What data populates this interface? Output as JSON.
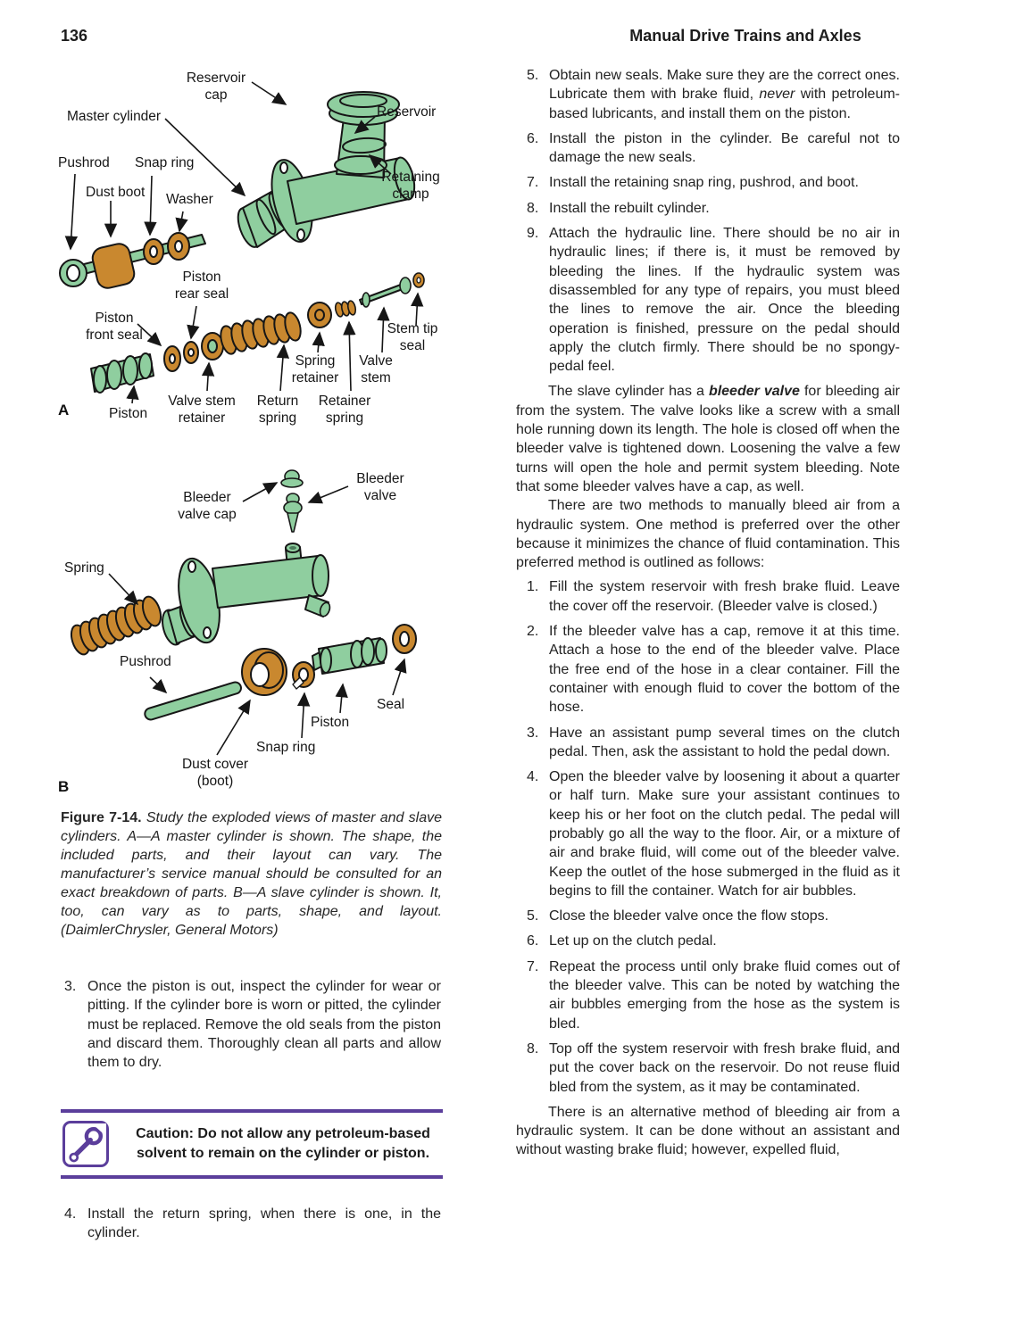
{
  "page": {
    "number": "136",
    "running_head": "Manual Drive Trains and Axles"
  },
  "colors": {
    "diagram_green": "#8FCE9F",
    "diagram_orange": "#C9882F",
    "accent_purple": "#5B3E9B"
  },
  "figure": {
    "a": {
      "tag": "A",
      "labels": {
        "reservoir_cap": "Reservoir cap",
        "master_cylinder": "Master cylinder",
        "reservoir": "Reservoir",
        "retaining_clamp": "Retaining clamp",
        "pushrod": "Pushrod",
        "snap_ring": "Snap ring",
        "dust_boot": "Dust boot",
        "washer": "Washer",
        "piston_rear_seal": "Piston rear seal",
        "piston_front_seal": "Piston front seal",
        "stem_tip_seal": "Stem tip seal",
        "spring_retainer": "Spring retainer",
        "valve_stem": "Valve stem",
        "valve_stem_retainer": "Valve stem retainer",
        "return_spring": "Return spring",
        "retainer_spring": "Retainer spring",
        "piston": "Piston"
      }
    },
    "b": {
      "tag": "B",
      "labels": {
        "bleeder_valve_cap": "Bleeder valve cap",
        "bleeder_valve": "Bleeder valve",
        "spring": "Spring",
        "pushrod": "Pushrod",
        "seal": "Seal",
        "piston": "Piston",
        "snap_ring": "Snap ring",
        "dust_cover": "Dust cover (boot)"
      }
    },
    "caption": {
      "label": "Figure 7-14.",
      "text": "Study the exploded views of master and slave cylinders. A—A master cylinder is shown. The shape, the included parts, and their layout can vary. The manufacturer’s service manual should be consulted for an exact breakdown of parts. B—A slave cylinder is shown. It, too, can vary as to parts, shape, and layout. (DaimlerChrysler, General Motors)"
    }
  },
  "left_column": {
    "item3": {
      "num": "3.",
      "text": "Once the piston is out, inspect the cylinder for wear or pitting. If the cylinder bore is worn or pitted, the cylinder must be replaced. Remove the old seals from the piston and discard them. Thoroughly clean all parts and allow them to dry."
    },
    "caution": {
      "text": "Caution: Do not allow any petroleum-based solvent to remain on the cylinder or piston."
    },
    "item4": {
      "num": "4.",
      "text": "Install the return spring, when there is one, in the cylinder."
    }
  },
  "right_column": {
    "install_steps": [
      {
        "num": "5.",
        "pre": "Obtain new seals. Make sure they are the correct ones. Lubricate them with brake fluid, ",
        "em": "never",
        "post": " with petroleum-based lubricants, and install them on the piston."
      },
      {
        "num": "6.",
        "text": "Install the piston in the cylinder. Be careful not to damage the new seals."
      },
      {
        "num": "7.",
        "text": "Install the retaining snap ring, pushrod, and boot."
      },
      {
        "num": "8.",
        "text": "Install the rebuilt cylinder."
      },
      {
        "num": "9.",
        "text": "Attach the hydraulic line. There should be no air in hydraulic lines; if there is, it must be removed by bleeding the lines. If the hydraulic system was disassembled for any type of repairs, you must bleed the lines to remove the air. Once the bleeding operation is finished, pressure on the pedal should apply the clutch firmly. There should be no spongy-pedal feel."
      }
    ],
    "para_bleeder": {
      "pre": "The slave cylinder has a ",
      "em": "bleeder valve",
      "post": " for bleeding air from the system. The valve looks like a screw with a small hole running down its length. The hole is closed off when the bleeder valve is tightened down. Loosening the valve a few turns will open the hole and permit system bleeding. Note that some bleeder valves have a cap, as well."
    },
    "para_methods": "There are two methods to manually bleed air from a hydraulic system. One method is preferred over the other because it minimizes the chance of fluid contamination. This preferred method is outlined as follows:",
    "bleed_steps": [
      {
        "num": "1.",
        "text": "Fill the system reservoir with fresh brake fluid. Leave the cover off the reservoir. (Bleeder valve is closed.)"
      },
      {
        "num": "2.",
        "text": "If the bleeder valve has a cap, remove it at this time. Attach a hose to the end of the bleeder valve. Place the free end of the hose in a clear container. Fill the container with enough fluid to cover the bottom of the hose."
      },
      {
        "num": "3.",
        "text": "Have an assistant pump several times on the clutch pedal. Then, ask the assistant to hold the pedal down."
      },
      {
        "num": "4.",
        "text": "Open the bleeder valve by loosening it about a quarter or half turn. Make sure your assistant continues to keep his or her foot on the clutch pedal. The pedal will probably go all the way to the floor. Air, or a mixture of air and brake fluid, will come out of the bleeder valve. Keep the outlet of the hose submerged in the fluid as it begins to fill the container. Watch for air bubbles."
      },
      {
        "num": "5.",
        "text": "Close the bleeder valve once the flow stops."
      },
      {
        "num": "6.",
        "text": "Let up on the clutch pedal."
      },
      {
        "num": "7.",
        "text": "Repeat the process until only brake fluid comes out of the bleeder valve. This can be noted by watching the air bubbles emerging from the hose as the system is bled."
      },
      {
        "num": "8.",
        "text": "Top off the system reservoir with fresh brake fluid, and put the cover back on the reservoir. Do not reuse fluid bled from the system, as it may be contaminated."
      }
    ],
    "para_alternative": "There is an alternative method of bleeding air from a hydraulic system. It can be done without an assistant and without wasting brake fluid; however, expelled fluid,"
  }
}
